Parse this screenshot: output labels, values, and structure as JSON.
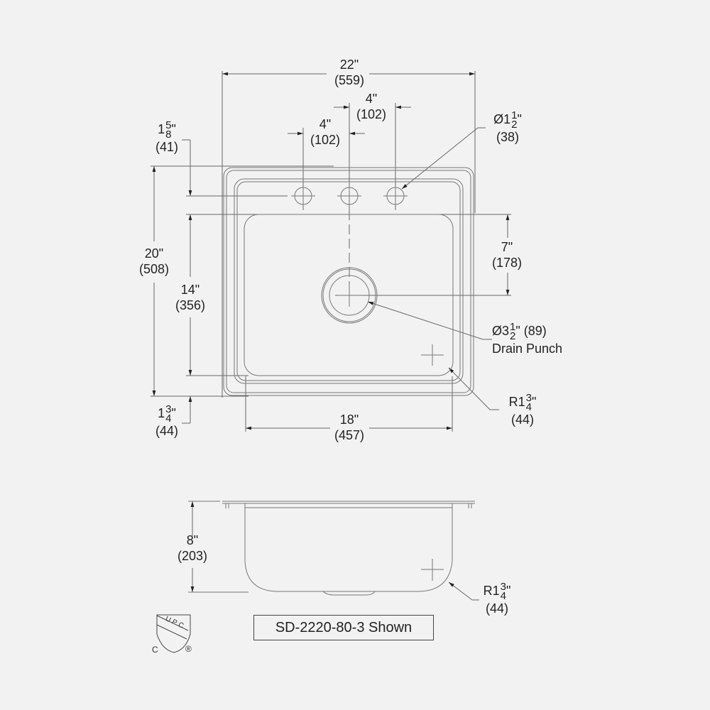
{
  "drawing": {
    "model_caption": "SD-2220-80-3 Shown",
    "certification": {
      "mark": "UPC",
      "left": "C",
      "right": "®"
    },
    "top_view": {
      "overall_width": {
        "imperial": "22\"",
        "metric": "(559)"
      },
      "faucet_spacing_left": {
        "imperial": "4\"",
        "metric": "(102)"
      },
      "faucet_spacing_right": {
        "imperial": "4\"",
        "metric": "(102)"
      },
      "faucet_hole_diameter": {
        "prefix": "Ø1",
        "num": "1",
        "den": "2",
        "unit": "\"",
        "metric": "(38)"
      },
      "rim_to_holes": {
        "whole": "1",
        "num": "5",
        "den": "8",
        "unit": "\"",
        "metric": "(41)"
      },
      "overall_length": {
        "imperial": "20\"",
        "metric": "(508)"
      },
      "bowl_length": {
        "imperial": "14\"",
        "metric": "(356)"
      },
      "drain_offset": {
        "imperial": "7\"",
        "metric": "(178)"
      },
      "drain_punch": {
        "prefix": "Ø3",
        "num": "1",
        "den": "2",
        "unit": "\"",
        "metric": "(89)",
        "label": "Drain Punch"
      },
      "corner_radius": {
        "prefix": "R1",
        "num": "3",
        "den": "4",
        "unit": "\"",
        "metric": "(44)"
      },
      "front_rim": {
        "whole": "1",
        "num": "3",
        "den": "4",
        "unit": "\"",
        "metric": "(44)"
      },
      "bowl_width": {
        "imperial": "18\"",
        "metric": "(457)"
      }
    },
    "side_view": {
      "depth": {
        "imperial": "8\"",
        "metric": "(203)"
      },
      "bottom_radius": {
        "prefix": "R1",
        "num": "3",
        "den": "4",
        "unit": "\"",
        "metric": "(44)"
      }
    }
  }
}
